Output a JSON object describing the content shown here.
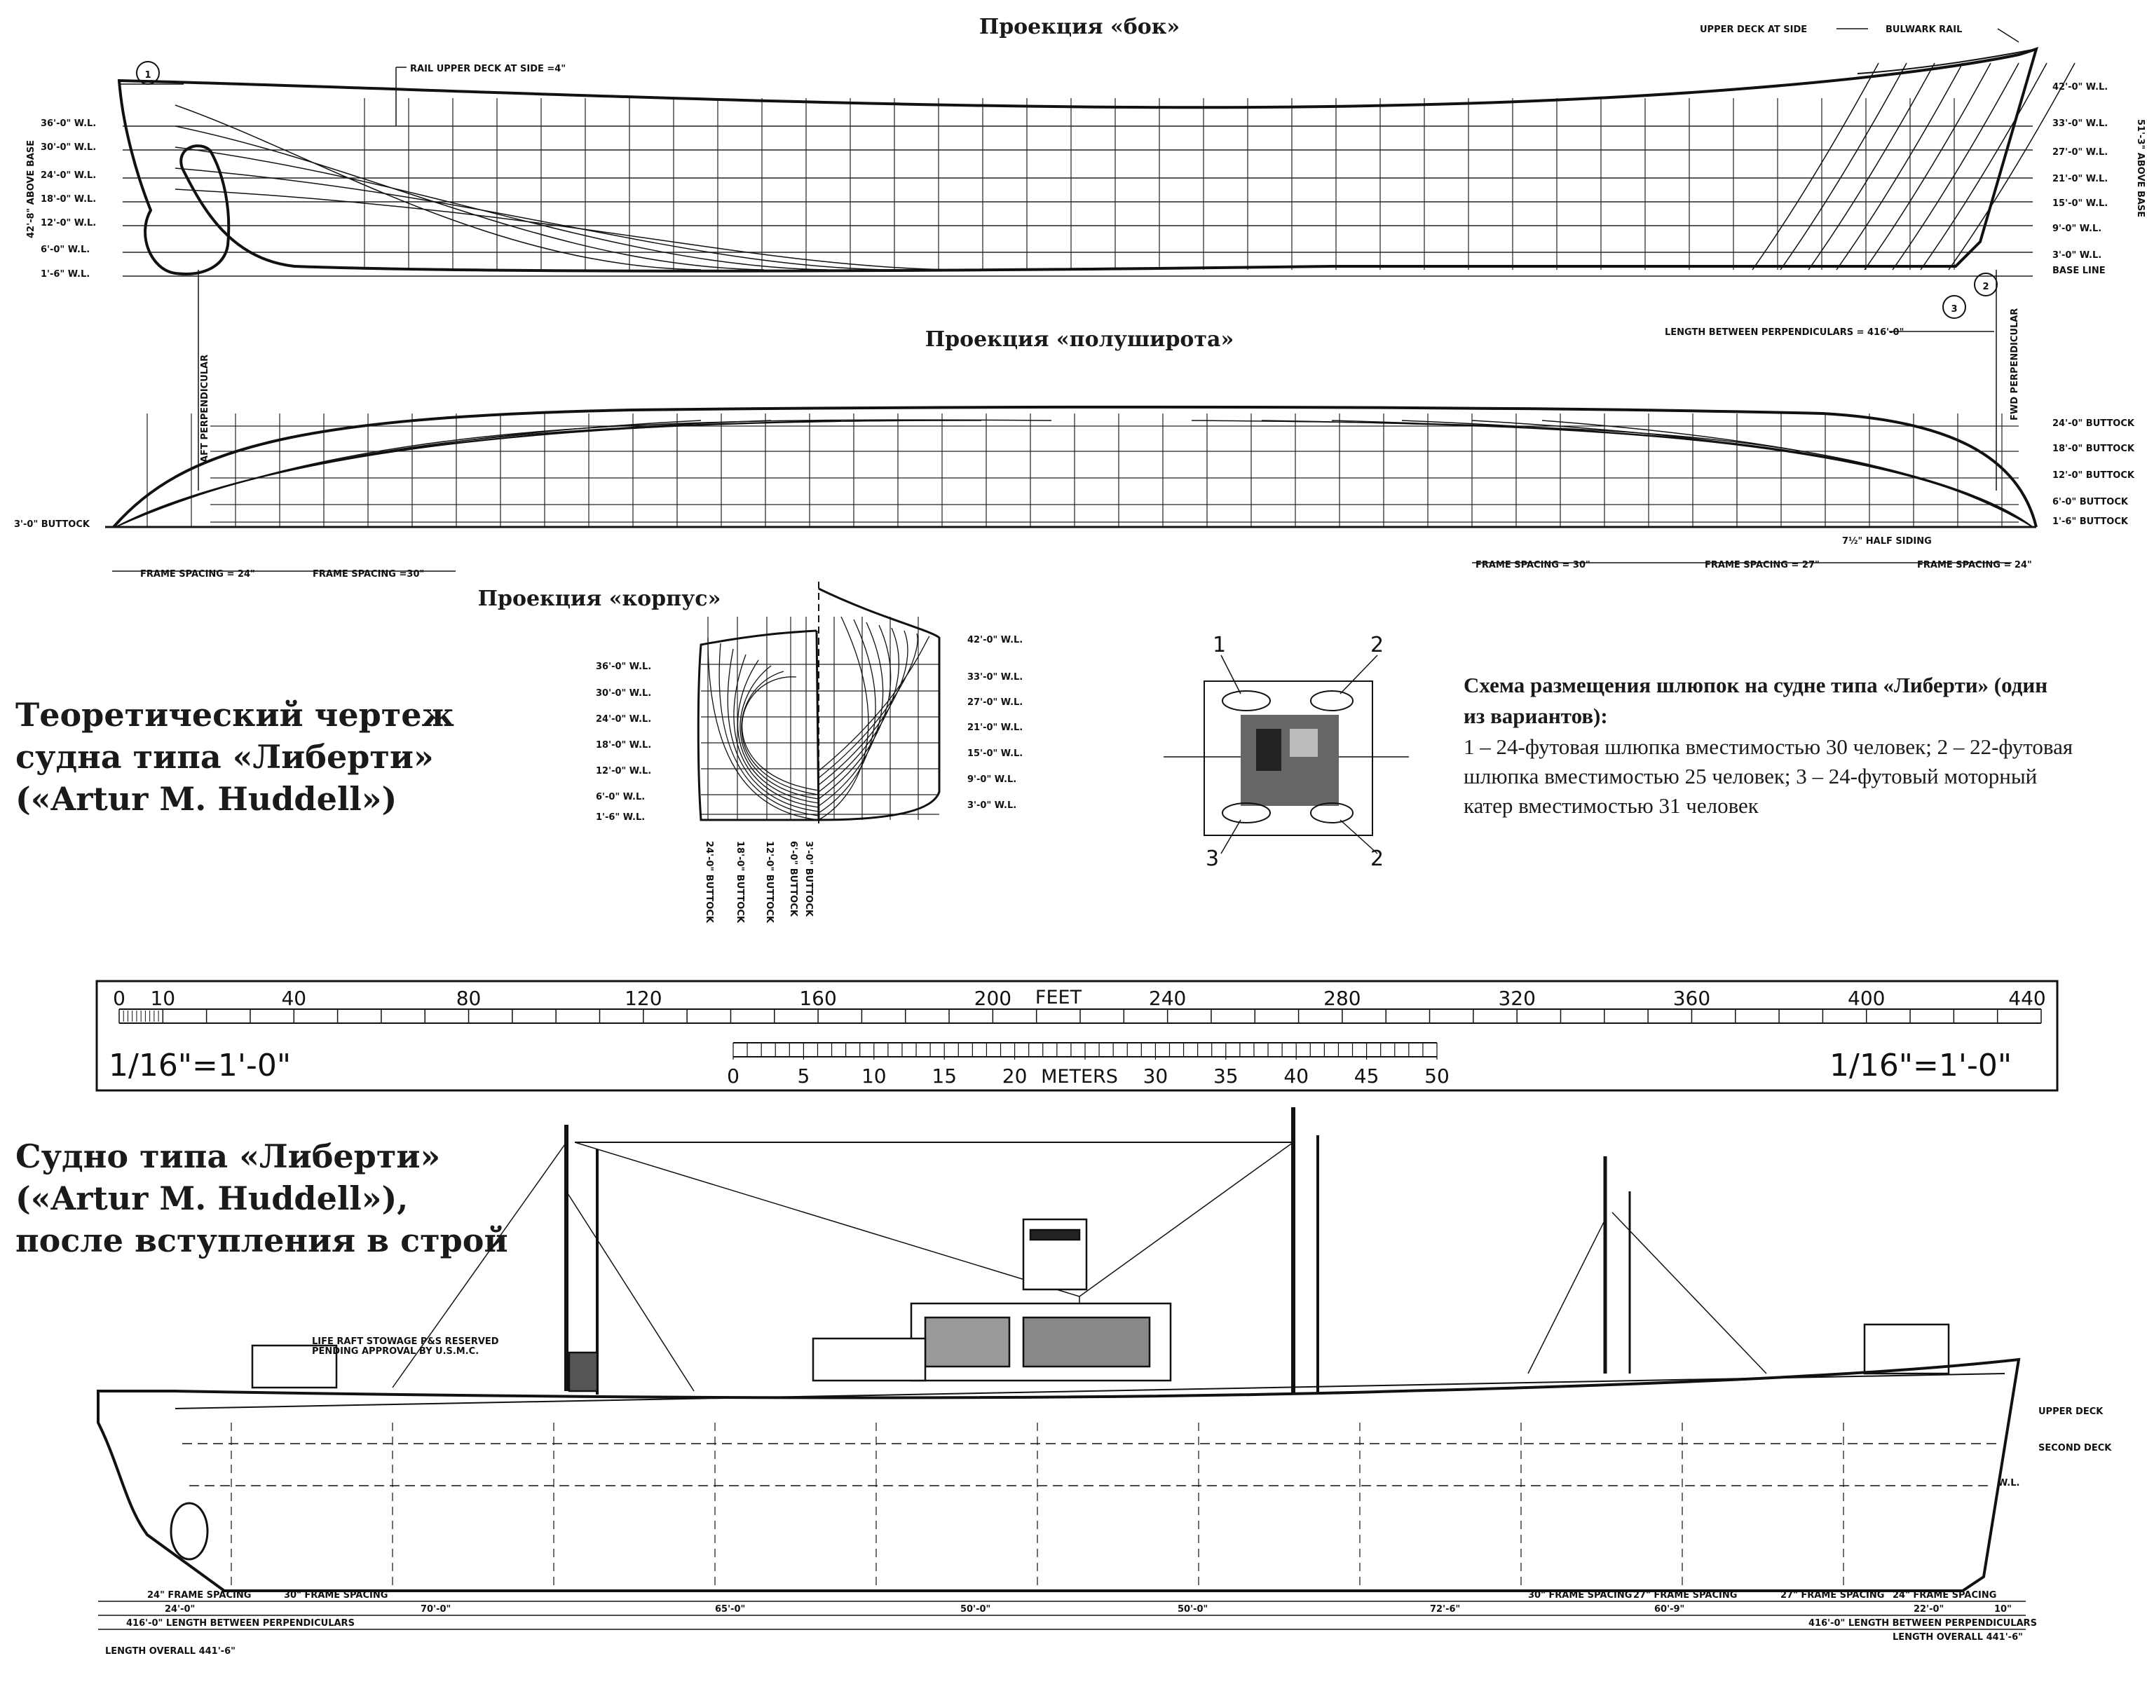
{
  "views": {
    "side": "Проекция «бок»",
    "plan": "Проекция «полуширота»",
    "body": "Проекция «корпус»"
  },
  "titles": {
    "theory_1": "Теоретический чертеж",
    "theory_2": "судна типа «Либерти»",
    "theory_3": "(«Artur M. Huddell»)",
    "ship_1": "Судно типа «Либерти»",
    "ship_2": "(«Artur M. Huddell»),",
    "ship_3": "после вступления в строй"
  },
  "boats": {
    "title_1": "Схема размещения шлюпок на судне типа «Либерти» (один",
    "title_2": "из вариантов):",
    "desc_1": "1 – 24-футовая шлюпка вместимостью 30 человек; 2 – 22-футовая",
    "desc_2": "шлюпка вместимостью 25 человек; 3 – 24-футовый моторный",
    "desc_3": "катер вместимостью 31 человек",
    "n1": "1",
    "n2": "2",
    "n2b": "2",
    "n3": "3"
  },
  "side_labels": {
    "wl_left": [
      "36'-0\" W.L.",
      "30'-0\" W.L.",
      "24'-0\" W.L.",
      "18'-0\" W.L.",
      "12'-0\" W.L.",
      "6'-0\" W.L.",
      "1'-6\" W.L."
    ],
    "wl_right": [
      "42'-0\" W.L.",
      "33'-0\" W.L.",
      "27'-0\" W.L.",
      "21'-0\" W.L.",
      "15'-0\" W.L.",
      "9'-0\" W.L.",
      "3'-0\" W.L."
    ],
    "base_line": "BASE LINE",
    "above_base_left": "42'-8\" ABOVE BASE",
    "above_base_right": "51'-3\" ABOVE BASE",
    "rail": "RAIL UPPER DECK AT SIDE =4\"",
    "upper_deck_at_side": "UPPER DECK AT SIDE",
    "bulwark": "BULWARK RAIL",
    "aft_perp": "AFT PERPENDICULAR",
    "fwd_perp": "FWD PERPENDICULAR",
    "lbp": "LENGTH BETWEEN PERPENDICULARS = 416'-0\"",
    "c1": "1",
    "c2": "2",
    "c3": "3"
  },
  "plan_labels": {
    "buttocks": [
      "24'-0\" BUTTOCK",
      "18'-0\" BUTTOCK",
      "12'-0\" BUTTOCK",
      "6'-0\" BUTTOCK",
      "1'-6\" BUTTOCK"
    ],
    "buttock_3": "3'-0\" BUTTOCK",
    "fs24": "FRAME SPACING = 24\"",
    "fs30": "FRAME SPACING =30\"",
    "fs30b": "FRAME SPACING = 30\"",
    "fs27": "FRAME SPACING = 27\"",
    "fs24b": "FRAME SPACING = 24\"",
    "half_siding": "7½\" HALF SIDING"
  },
  "body_labels": {
    "left": [
      "36'-0\" W.L.",
      "30'-0\" W.L.",
      "24'-0\" W.L.",
      "18'-0\" W.L.",
      "12'-0\" W.L.",
      "6'-0\" W.L.",
      "1'-6\" W.L."
    ],
    "right": [
      "42'-0\" W.L.",
      "33'-0\" W.L.",
      "27'-0\" W.L.",
      "21'-0\" W.L.",
      "15'-0\" W.L.",
      "9'-0\" W.L.",
      "3'-0\" W.L."
    ],
    "buttocks": [
      "24'-0\" BUTTOCK",
      "18'-0\" BUTTOCK",
      "12'-0\" BUTTOCK",
      "6'-0\" BUTTOCK",
      "3'-0\" BUTTOCK"
    ]
  },
  "scale": {
    "feet_ticks": [
      "0",
      "10",
      "40",
      "80",
      "120",
      "160",
      "200",
      "240",
      "280",
      "320",
      "360",
      "400",
      "440"
    ],
    "feet_label": "FEET",
    "meter_ticks": [
      "0",
      "5",
      "10",
      "15",
      "20",
      "30",
      "35",
      "40",
      "45",
      "50"
    ],
    "meter_label": "METERS",
    "ratio_left": "1/16\"=1'-0\"",
    "ratio_right": "1/16\"=1'-0\""
  },
  "ship_labels": {
    "life_raft_1": "LIFE RAFT STOWAGE P&S RESERVED",
    "life_raft_2": "PENDING APPROVAL BY U.S.M.C.",
    "upper_deck": "UPPER DECK",
    "second_deck": "SECOND DECK",
    "wl": "W.L.",
    "dims_1": [
      "24\" FRAME SPACING",
      "30\" FRAME SPACING",
      "30\" FRAME SPACING",
      "27\" FRAME SPACING",
      "27\" FRAME SPACING",
      "24\" FRAME SPACING"
    ],
    "dims_2": [
      "24'-0\"",
      "70'-0\"",
      "65'-0\"",
      "50'-0\"",
      "50'-0\"",
      "72'-6\"",
      "60'-9\"",
      "22'-0\"",
      "10\""
    ],
    "lbp_left": "416'-0\" LENGTH BETWEEN PERPENDICULARS",
    "lbp_right": "416'-0\" LENGTH BETWEEN PERPENDICULARS",
    "loa_left": "LENGTH OVERALL 441'-6\"",
    "loa_right": "LENGTH OVERALL 441'-6\""
  }
}
